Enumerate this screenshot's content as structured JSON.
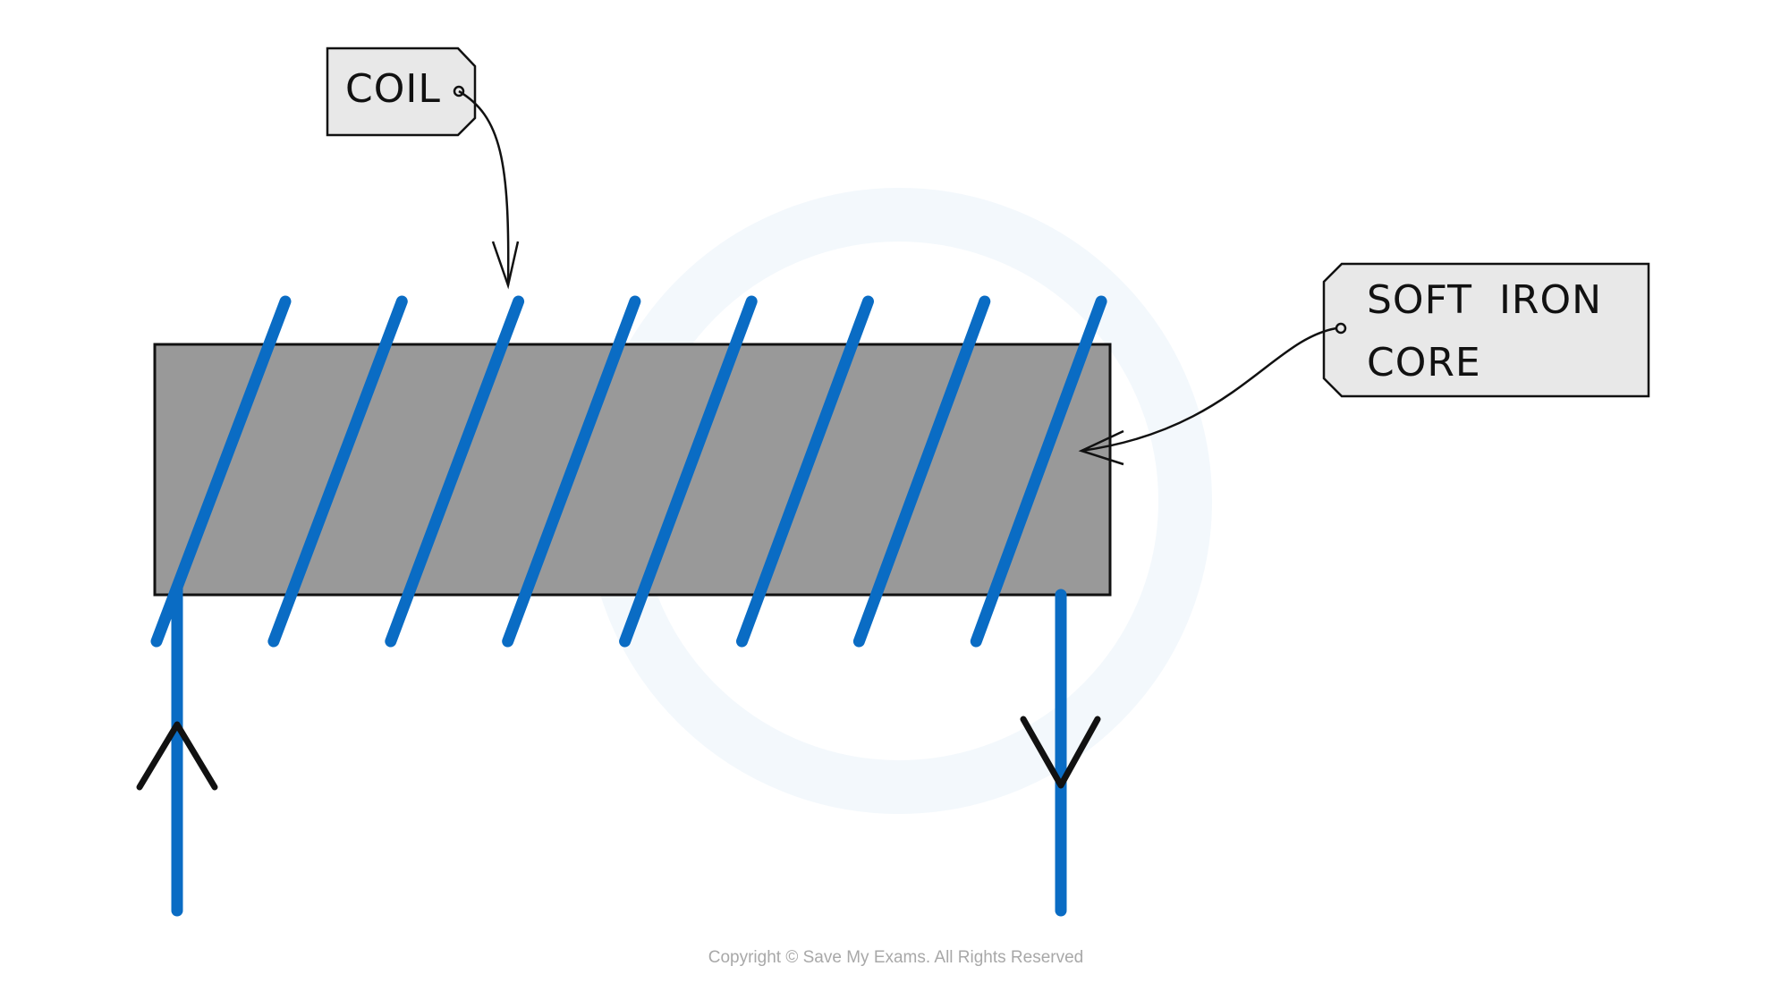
{
  "labels": {
    "coil": "COIL",
    "core_line1": "SOFT  IRON",
    "core_line2": "CORE"
  },
  "copyright": "Copyright © Save My Exams. All Rights Reserved",
  "colors": {
    "wire": "#0a6cc4",
    "core": "#999999",
    "tag": "#e8e8e8",
    "arrow": "#111111"
  },
  "coil_turns": 8
}
